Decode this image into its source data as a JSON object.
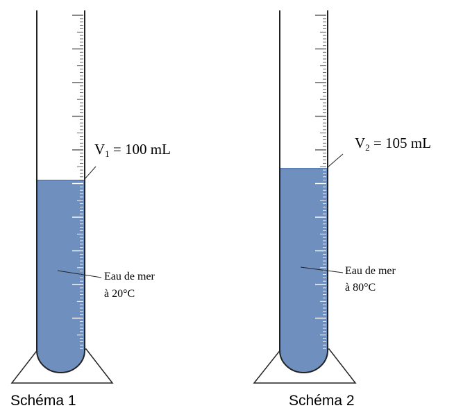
{
  "diagrams": [
    {
      "caption": "Schéma 1",
      "volume_label": {
        "symbol": "V",
        "subscript": "1",
        "text": " = 100 mL"
      },
      "liquid_label": {
        "line1": "Eau de mer",
        "line2": "à 20°C"
      },
      "volume_mL": 100
    },
    {
      "caption": "Schéma 2",
      "volume_label": {
        "symbol": "V",
        "subscript": "2",
        "text": " = 105 mL"
      },
      "liquid_label": {
        "line1": "Eau de mer",
        "line2": "à 80°C"
      },
      "volume_mL": 105
    }
  ],
  "colors": {
    "liquid": "#6f8fbf",
    "liquid_top": "#5f80b5",
    "outline": "#222222",
    "tick": "#555555",
    "tick_on_liquid": "#ffffff"
  }
}
